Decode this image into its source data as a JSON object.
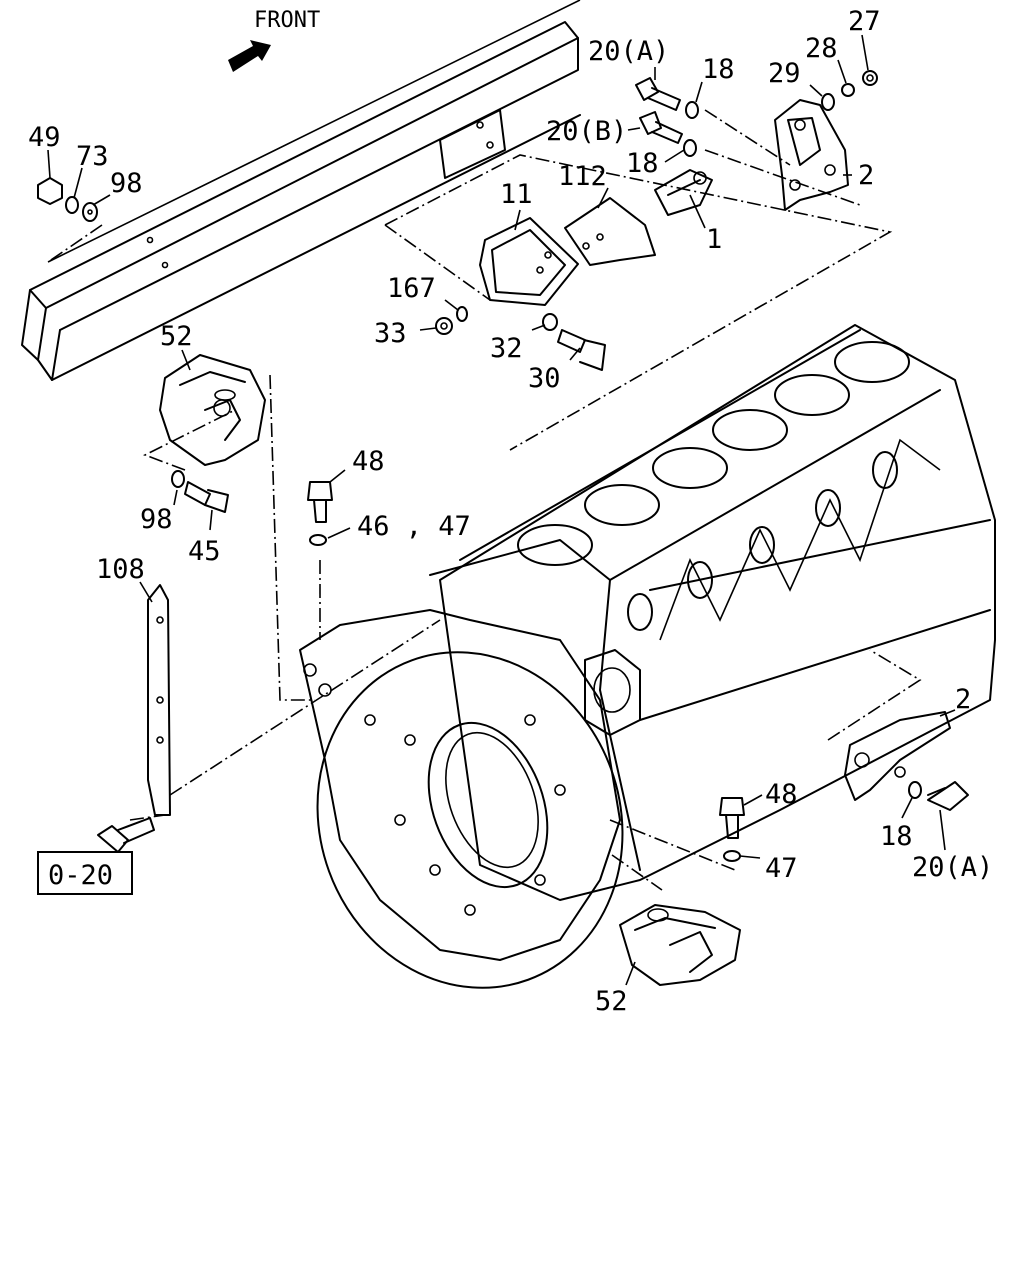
{
  "header": {
    "front_label": "FRONT"
  },
  "callouts": {
    "c20a_top": "20(A)",
    "c18_top": "18",
    "c27": "27",
    "c28": "28",
    "c29": "29",
    "c20b": "20(B)",
    "c18_mid": "18",
    "c2_top": "2",
    "c49": "49",
    "c73": "73",
    "c98_top": "98",
    "c11": "11",
    "c112": "112",
    "c1": "1",
    "c167": "167",
    "c33": "33",
    "c32": "32",
    "c30": "30",
    "c52_top": "52",
    "c48_top": "48",
    "c98_bot": "98",
    "c45": "45",
    "c46_47": "46 , 47",
    "c108": "108",
    "c2_bot": "2",
    "c48_bot": "48",
    "c18_bot": "18",
    "c20a_bot": "20(A)",
    "c47": "47",
    "c52_bot": "52"
  },
  "reference_box": {
    "label": "0-20"
  }
}
